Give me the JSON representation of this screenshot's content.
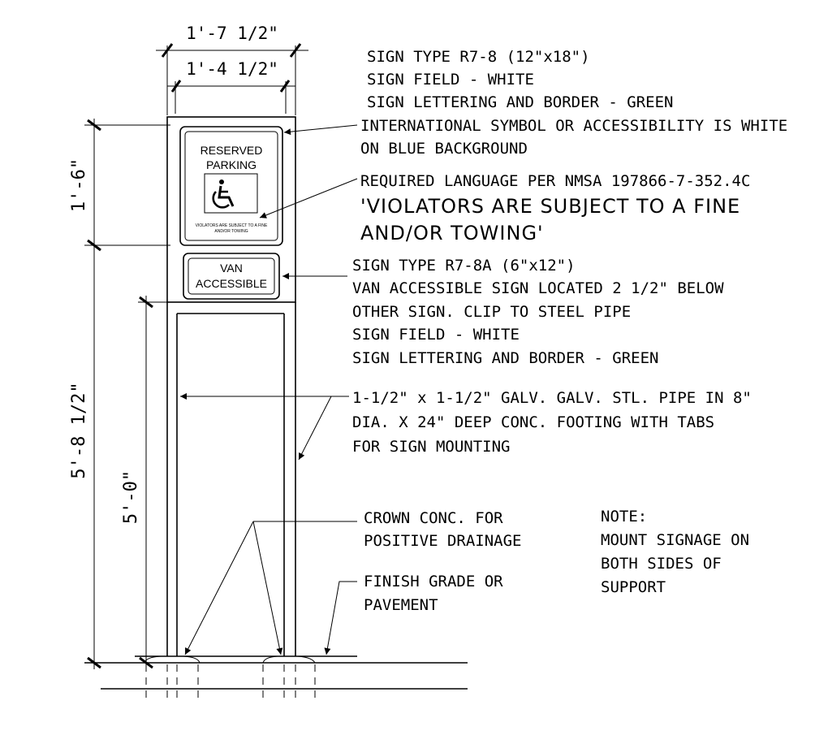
{
  "dimensions": {
    "overall_width": "1'-7 1/2\"",
    "sign_width": "1'-4 1/2\"",
    "sign_height": "1'-6\"",
    "total_height": "5'-8 1/2\"",
    "lower_height": "5'-0\""
  },
  "main_sign": {
    "line1": "RESERVED",
    "line2": "PARKING",
    "fine_line1": "VIOLATORS ARE SUBJECT TO A FINE",
    "fine_line2": "AND/OR TOWING",
    "symbol_icon": "accessibility-icon"
  },
  "van_sign": {
    "line1": "VAN",
    "line2": "ACCESSIBLE"
  },
  "callouts": {
    "sign_type": [
      "SIGN TYPE R7-8 (12\"x18\")",
      "SIGN FIELD - WHITE",
      "SIGN LETTERING AND BORDER - GREEN",
      "INTERNATIONAL SYMBOL OR ACCESSIBILITY IS WHITE",
      "ON BLUE BACKGROUND"
    ],
    "required_language": "REQUIRED LANGUAGE PER NMSA 197866-7-352.4C",
    "quote_line1": "'VIOLATORS ARE SUBJECT TO A FINE",
    "quote_line2": "AND/OR TOWING'",
    "van_sign": [
      "SIGN TYPE R7-8A (6\"x12\")",
      "VAN ACCESSIBLE SIGN  LOCATED 2 1/2\" BELOW",
      "OTHER SIGN. CLIP TO  STEEL PIPE",
      "SIGN FIELD - WHITE",
      "SIGN LETTERING AND BORDER - GREEN"
    ],
    "pipe": [
      "1-1/2\" x 1-1/2\" GALV. GALV. STL. PIPE IN 8\"",
      "DIA. X 24\" DEEP CONC. FOOTING WITH TABS",
      "FOR SIGN MOUNTING"
    ],
    "crown": [
      "CROWN CONC. FOR",
      "POSITIVE DRAINAGE"
    ],
    "finish": [
      "FINISH GRADE OR",
      "PAVEMENT"
    ],
    "note": [
      "NOTE:",
      "MOUNT SIGNAGE ON",
      "BOTH SIDES OF",
      "SUPPORT"
    ]
  }
}
